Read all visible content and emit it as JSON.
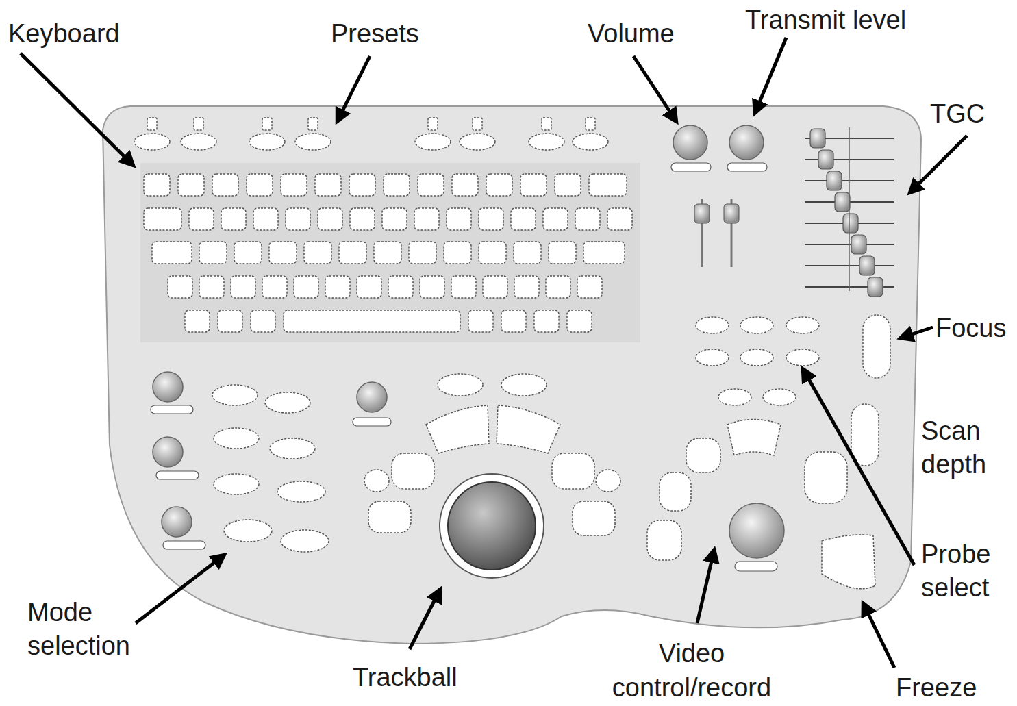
{
  "diagram": {
    "labels": [
      "Keyboard",
      "Presets",
      "Volume",
      "Transmit level",
      "TGC",
      "Focus",
      "Scan depth",
      "Probe select",
      "Freeze",
      "Video control/record",
      "Trackball",
      "Mode selection"
    ]
  }
}
